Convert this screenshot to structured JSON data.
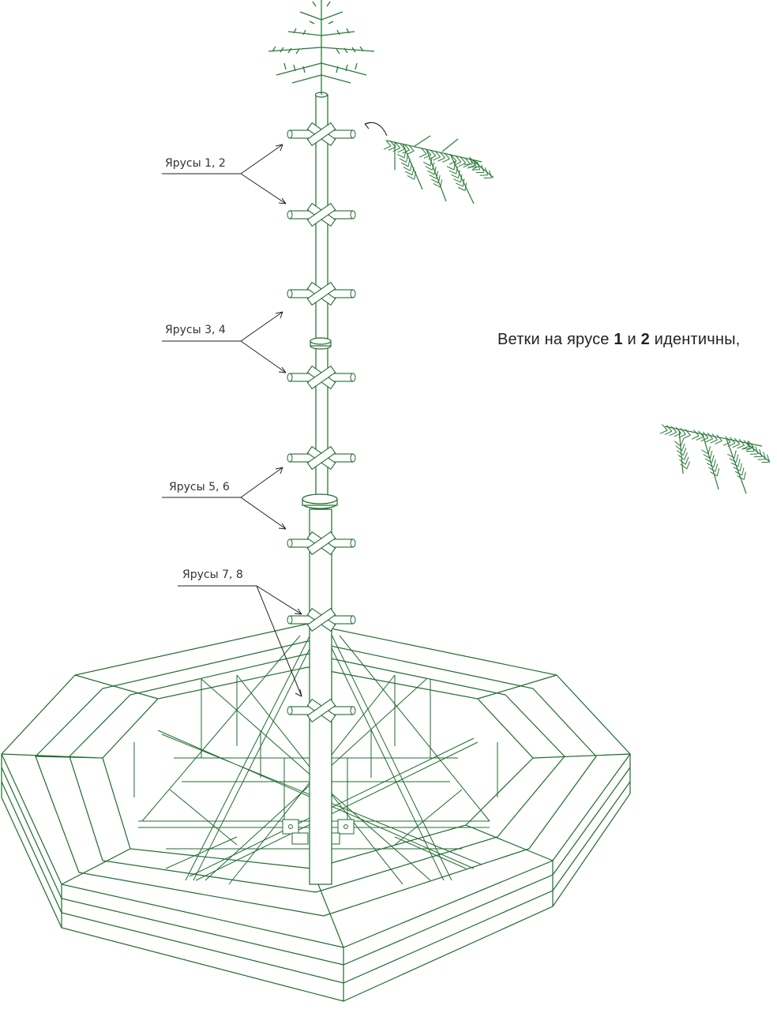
{
  "labels": {
    "tiers_1_2": "Ярусы 1, 2",
    "tiers_3_4": "Ярусы 3, 4",
    "tiers_5_6": "Ярусы 5, 6",
    "tiers_7_8": "Ярусы 7, 8"
  },
  "caption": {
    "part1": "Ветки на ярусе ",
    "num1": "1",
    "part2": " и ",
    "num2": "2",
    "part3": " идентичны,"
  },
  "colors": {
    "line": "#1f6b2e",
    "needle": "#2b7a3b",
    "text": "#333333"
  }
}
